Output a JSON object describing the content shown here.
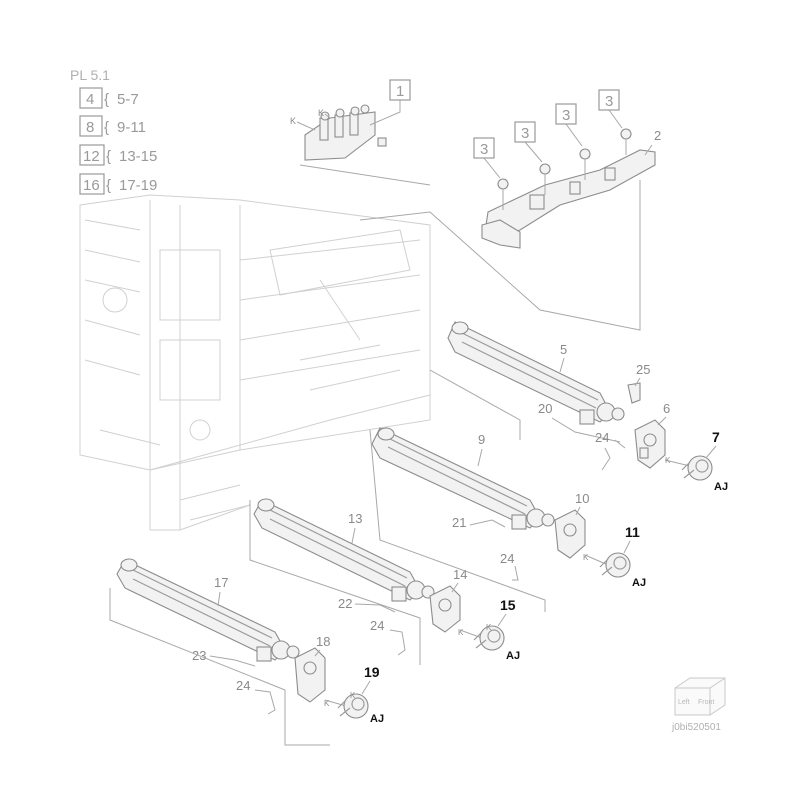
{
  "header": {
    "plate_ref": "PL 5.1",
    "ref_rows": [
      {
        "box": "4",
        "range": "5-7"
      },
      {
        "box": "8",
        "range": "9-11"
      },
      {
        "box": "12",
        "range": "13-15"
      },
      {
        "box": "16",
        "range": "17-19"
      }
    ]
  },
  "boxed_callouts": [
    "1",
    "3",
    "3",
    "3",
    "3"
  ],
  "callouts": {
    "c2": "2",
    "c5": "5",
    "c6": "6",
    "c7": "7",
    "c9": "9",
    "c10": "10",
    "c11": "11",
    "c13": "13",
    "c14": "14",
    "c15": "15",
    "c17": "17",
    "c18": "18",
    "c19": "19",
    "c20": "20",
    "c21": "21",
    "c22": "22",
    "c23": "23",
    "c24a": "24",
    "c24b": "24",
    "c24c": "24",
    "c24d": "24",
    "c25": "25"
  },
  "markers": {
    "aj1": "AJ",
    "aj2": "AJ",
    "aj3": "AJ",
    "aj4": "AJ",
    "k1": "K",
    "k2": "K",
    "k3": "K",
    "k4": "K",
    "k5": "K",
    "k6": "K",
    "k7": "K",
    "k8": "K"
  },
  "orientation": {
    "left": "Left",
    "front": "Front"
  },
  "figure_id": "j0bi520501"
}
